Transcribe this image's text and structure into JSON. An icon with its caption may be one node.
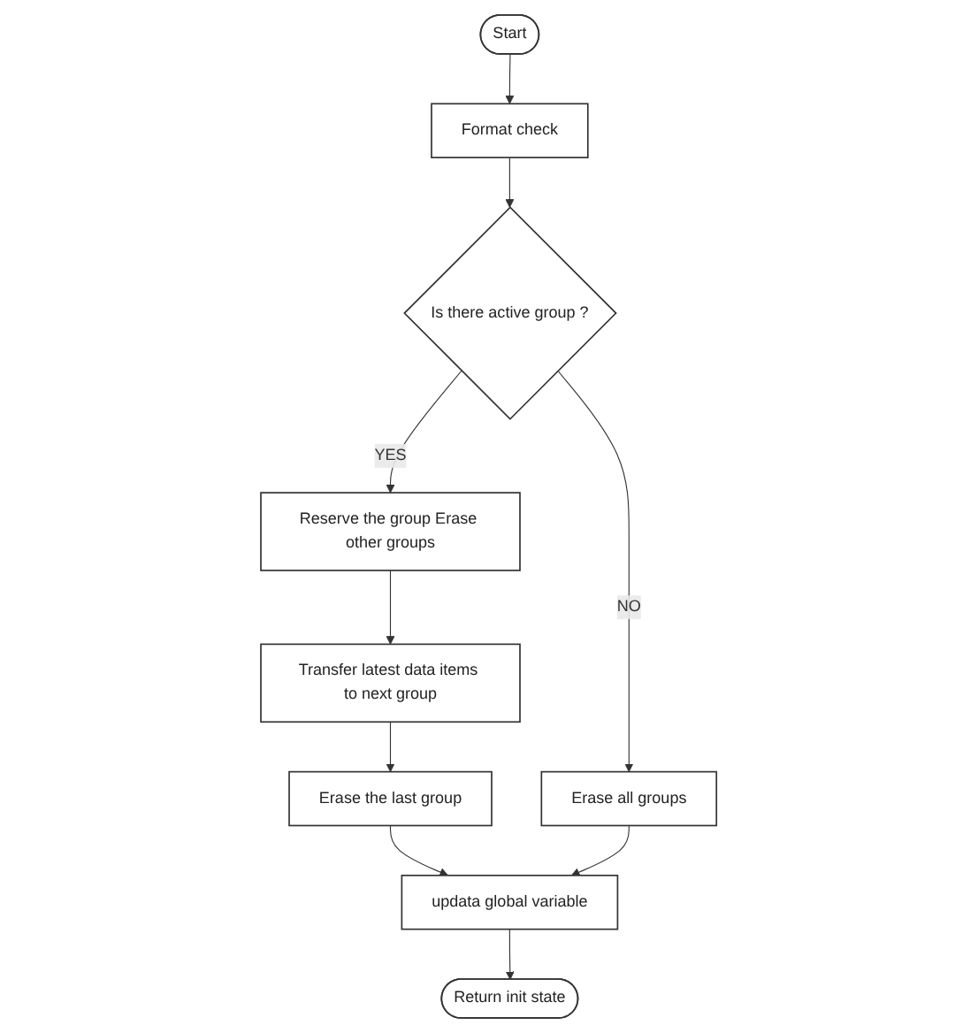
{
  "diagram": {
    "nodes": [
      {
        "text": [
          "Start"
        ]
      },
      {
        "text": [
          "Format check"
        ]
      },
      {
        "text": [
          "Is there active group ?"
        ]
      },
      {
        "text": [
          "Reserve the group Erase other groups"
        ]
      },
      {
        "text": [
          "Transfer latest data items to next group"
        ]
      },
      {
        "text": [
          "Erase the last group"
        ]
      },
      {
        "text": [
          "Erase all groups"
        ]
      },
      {
        "text": [
          "updata global variable"
        ]
      },
      {
        "text": [
          "Return init state"
        ]
      }
    ],
    "edges": [
      {
        "from": 0,
        "to": 1,
        "arrow": "to"
      },
      {
        "from": 1,
        "to": 2,
        "arrow": "to"
      },
      {
        "from": 2,
        "to": 3,
        "label": "YES",
        "arrow": "to"
      },
      {
        "from": 2,
        "to": 6,
        "label": "NO",
        "arrow": "to"
      },
      {
        "from": 3,
        "to": 4,
        "arrow": "to"
      },
      {
        "from": 4,
        "to": 5,
        "arrow": "to"
      },
      {
        "from": 5,
        "to": 7,
        "arrow": "to"
      },
      {
        "from": 6,
        "to": 7,
        "arrow": "to"
      },
      {
        "from": 7,
        "to": 8,
        "arrow": "to"
      }
    ]
  }
}
